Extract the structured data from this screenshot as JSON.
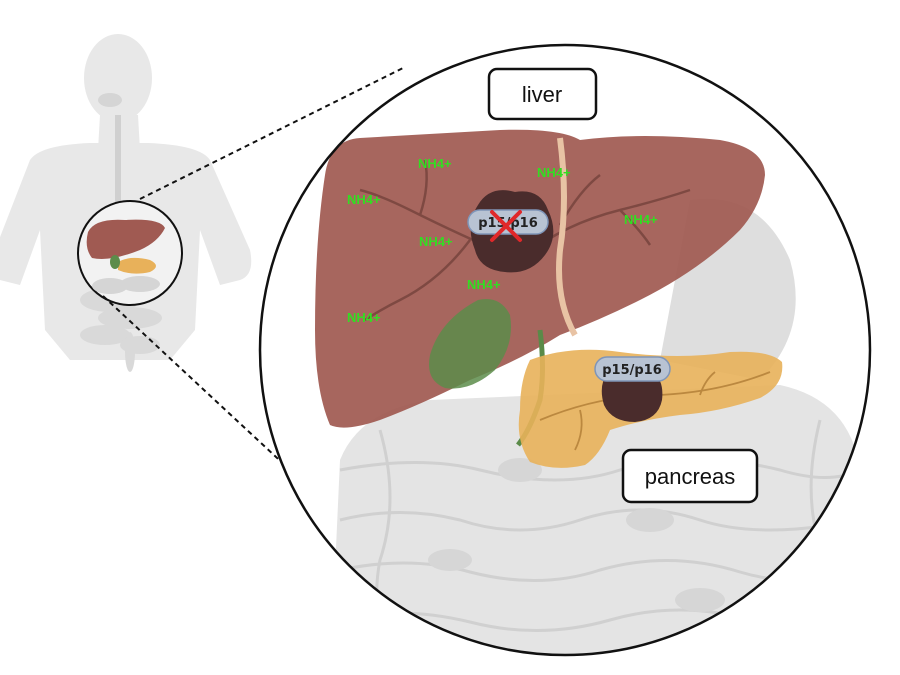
{
  "labels": {
    "liver": "liver",
    "pancreas": "pancreas"
  },
  "ammonium_label": "NH4+",
  "tumors": {
    "liver_gene": "p15/p16",
    "liver_gene_status": "deleted",
    "pancreas_gene": "p15/p16"
  },
  "colors": {
    "liver": "#a05a52",
    "pancreas": "#e8b15a",
    "gallbladder": "#5c8c4a",
    "tumor": "#4a2c2c",
    "ammonium": "#33dd22",
    "deletion_cross": "#e0282a",
    "body_silhouette": "#e6e6e6"
  },
  "icons": [
    "human-silhouette-icon",
    "liver-icon",
    "pancreas-icon",
    "gallbladder-icon",
    "intestine-icon",
    "tumor-icon",
    "deletion-cross-icon"
  ]
}
